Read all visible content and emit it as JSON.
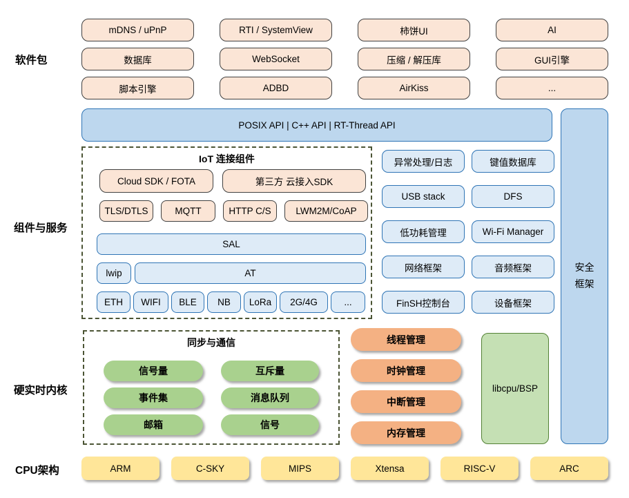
{
  "side_labels": {
    "software_packages": "软件包",
    "components_services": "组件与服务",
    "realtime_kernel": "硬实时内核",
    "cpu_arch": "CPU架构"
  },
  "software_packages": {
    "rows": [
      [
        "mDNS / uPnP",
        "RTI / SystemView",
        "柿饼UI",
        "AI"
      ],
      [
        "数据库",
        "WebSocket",
        "压缩 / 解压库",
        "GUI引擎"
      ],
      [
        "脚本引擎",
        "ADBD",
        "AirKiss",
        "..."
      ]
    ]
  },
  "api_bar": {
    "label": "POSIX API  |  C++ API  |  RT-Thread API"
  },
  "security_framework": {
    "label": "安全框架"
  },
  "iot": {
    "title": "IoT 连接组件",
    "sdk_row": [
      "Cloud SDK / FOTA",
      "第三方 云接入SDK"
    ],
    "protocol_row": [
      "TLS/DTLS",
      "MQTT",
      "HTTP C/S",
      "LWM2M/CoAP"
    ],
    "sal": "SAL",
    "lwip": "lwip",
    "at": "AT",
    "links": [
      "ETH",
      "WIFI",
      "BLE",
      "NB",
      "LoRa",
      "2G/4G",
      "..."
    ]
  },
  "services": {
    "rows": [
      [
        "异常处理/日志",
        "键值数据库"
      ],
      [
        "USB stack",
        "DFS"
      ],
      [
        "低功耗管理",
        "Wi-Fi Manager"
      ],
      [
        "网络框架",
        "音频框架"
      ],
      [
        "FinSH控制台",
        "设备框架"
      ]
    ]
  },
  "kernel": {
    "sync_title": "同步与通信",
    "sync_rows": [
      [
        "信号量",
        "互斥量"
      ],
      [
        "事件集",
        "消息队列"
      ],
      [
        "邮箱",
        "信号"
      ]
    ],
    "managers": [
      "线程管理",
      "时钟管理",
      "中断管理",
      "内存管理"
    ],
    "libcpu": "libcpu/BSP"
  },
  "cpu": {
    "items": [
      "ARM",
      "C-SKY",
      "MIPS",
      "Xtensa",
      "RISC-V",
      "ARC"
    ]
  },
  "colors": {
    "peach_fill": "#FBE5D6",
    "peach_border": "#404040",
    "blue_fill": "#BDD7EE",
    "blue_light_fill": "#DEEBF7",
    "blue_border": "#2E74B5",
    "green_pill_fill": "#A9D18E",
    "libcpu_fill": "#C5E0B4",
    "libcpu_border": "#538135",
    "orange_pill_fill": "#F4B183",
    "yellow_fill": "#FFE699",
    "dash_border": "#4B5434"
  }
}
